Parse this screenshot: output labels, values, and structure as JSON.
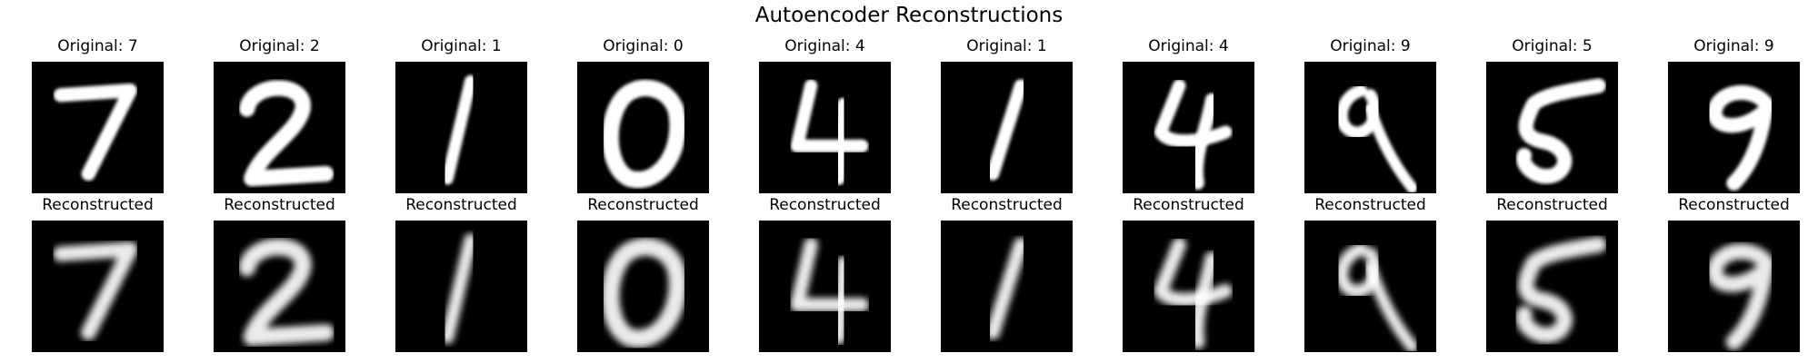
{
  "figure": {
    "title": "Autoencoder Reconstructions",
    "row_labels": {
      "original_prefix": "Original: ",
      "reconstructed": "Reconstructed"
    }
  },
  "samples": [
    {
      "digit": "7",
      "original_caption": "Original: 7",
      "reconstructed_caption": "Reconstructed"
    },
    {
      "digit": "2",
      "original_caption": "Original: 2",
      "reconstructed_caption": "Reconstructed"
    },
    {
      "digit": "1",
      "original_caption": "Original: 1",
      "reconstructed_caption": "Reconstructed"
    },
    {
      "digit": "0",
      "original_caption": "Original: 0",
      "reconstructed_caption": "Reconstructed"
    },
    {
      "digit": "4",
      "original_caption": "Original: 4",
      "reconstructed_caption": "Reconstructed"
    },
    {
      "digit": "1",
      "original_caption": "Original: 1",
      "reconstructed_caption": "Reconstructed"
    },
    {
      "digit": "4",
      "original_caption": "Original: 4",
      "reconstructed_caption": "Reconstructed"
    },
    {
      "digit": "9",
      "original_caption": "Original: 9",
      "reconstructed_caption": "Reconstructed"
    },
    {
      "digit": "5",
      "original_caption": "Original: 5",
      "reconstructed_caption": "Reconstructed"
    },
    {
      "digit": "9",
      "original_caption": "Original: 9",
      "reconstructed_caption": "Reconstructed"
    }
  ],
  "colors": {
    "background": "#ffffff",
    "image_background": "#000000",
    "stroke": "#ffffff"
  }
}
